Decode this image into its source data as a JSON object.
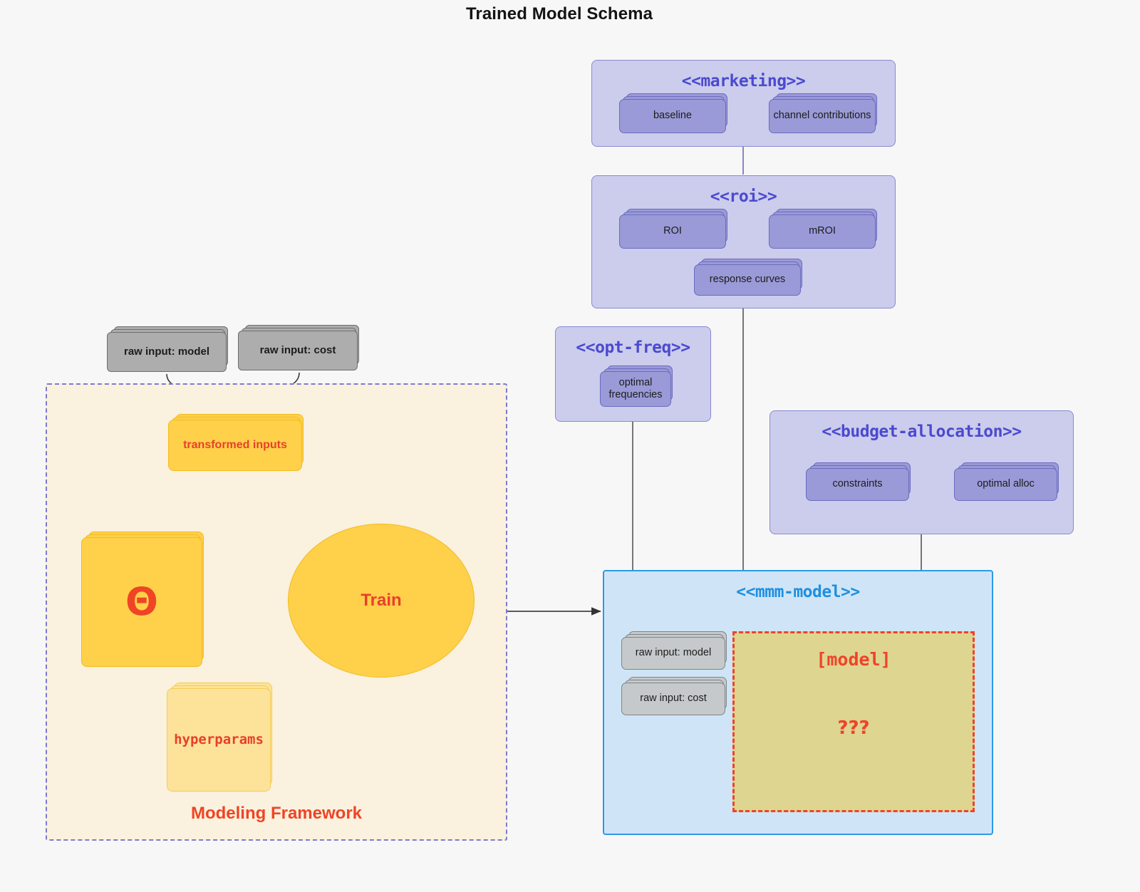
{
  "page": {
    "title": "Trained Model Schema",
    "background_color": "#f7f7f8"
  },
  "colors": {
    "package_fill": "#ccccec",
    "package_border": "#8a8ad0",
    "package_title": "#4a4ad0",
    "node_purple_fill": "#9a9ad8",
    "node_purple_border": "#6b6bc0",
    "mmm_fill": "#cfe5f7",
    "mmm_border": "#2c9ae8",
    "mmm_title": "#1f8fe0",
    "yellow_fill": "#ffd04a",
    "yellow_border": "#f0bc1e",
    "yellow_light_fill": "#fde39a",
    "accent_red": "#ef4425",
    "framework_fill": "#faf1de",
    "framework_border": "#7b7bd0",
    "model_fill": "#ddd590",
    "model_border": "#f0422a",
    "gray_fill": "#adadad"
  },
  "packages": {
    "marketing": {
      "title": "<<marketing>>",
      "nodes": [
        {
          "label": "baseline"
        },
        {
          "label": "channel contributions"
        }
      ],
      "association": "bidirectional"
    },
    "roi": {
      "title": "<<roi>>",
      "nodes": [
        {
          "label": "ROI"
        },
        {
          "label": "mROI"
        },
        {
          "label": "response curves"
        }
      ],
      "association": "bidirectional"
    },
    "opt_freq": {
      "title": "<<opt-freq>>",
      "nodes": [
        {
          "label": "optimal\nfrequencies"
        }
      ]
    },
    "budget_allocation": {
      "title": "<<budget-allocation>>",
      "nodes": [
        {
          "label": "constraints"
        },
        {
          "label": "optimal alloc"
        }
      ],
      "association": "bidirectional"
    },
    "mmm_model": {
      "title": "<<mmm-model>>",
      "nodes": [
        {
          "label": "raw input: model"
        },
        {
          "label": "raw input: cost"
        }
      ],
      "model_placeholder": {
        "title": "[model]",
        "body": "???"
      }
    }
  },
  "inputs": {
    "raw_model": "raw input: model",
    "raw_cost": "raw input: cost"
  },
  "framework": {
    "label": "Modeling Framework",
    "transformed_inputs": "transformed inputs",
    "theta": "Θ",
    "hyperparams": "hyperparams",
    "train": "Train"
  }
}
